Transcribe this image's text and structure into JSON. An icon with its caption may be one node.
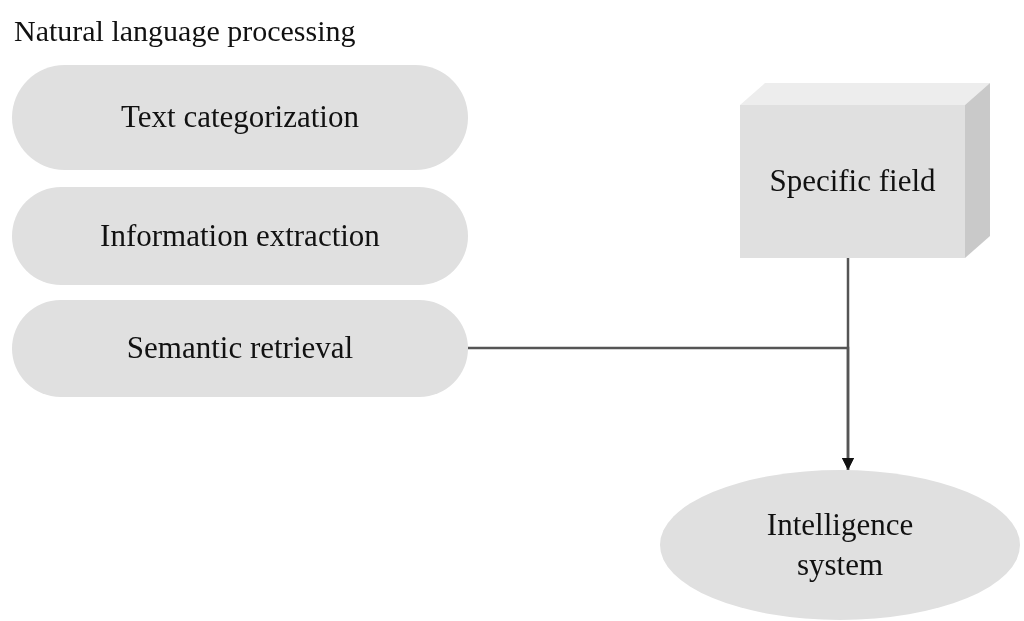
{
  "diagram": {
    "nodes": [
      {
        "text": [
          "Text categorization"
        ]
      },
      {
        "text": [
          "Information extraction"
        ]
      },
      {
        "text": [
          "Semantic retrieval"
        ]
      },
      {
        "text": [
          "Specific field"
        ]
      },
      {
        "text": [
          "Intelligence system"
        ]
      }
    ],
    "edges": [
      {
        "from": 2,
        "to": 4,
        "arrow": "to"
      },
      {
        "from": 3,
        "to": 4,
        "arrow": "to"
      }
    ],
    "labels": [
      "Natural language processing"
    ]
  }
}
